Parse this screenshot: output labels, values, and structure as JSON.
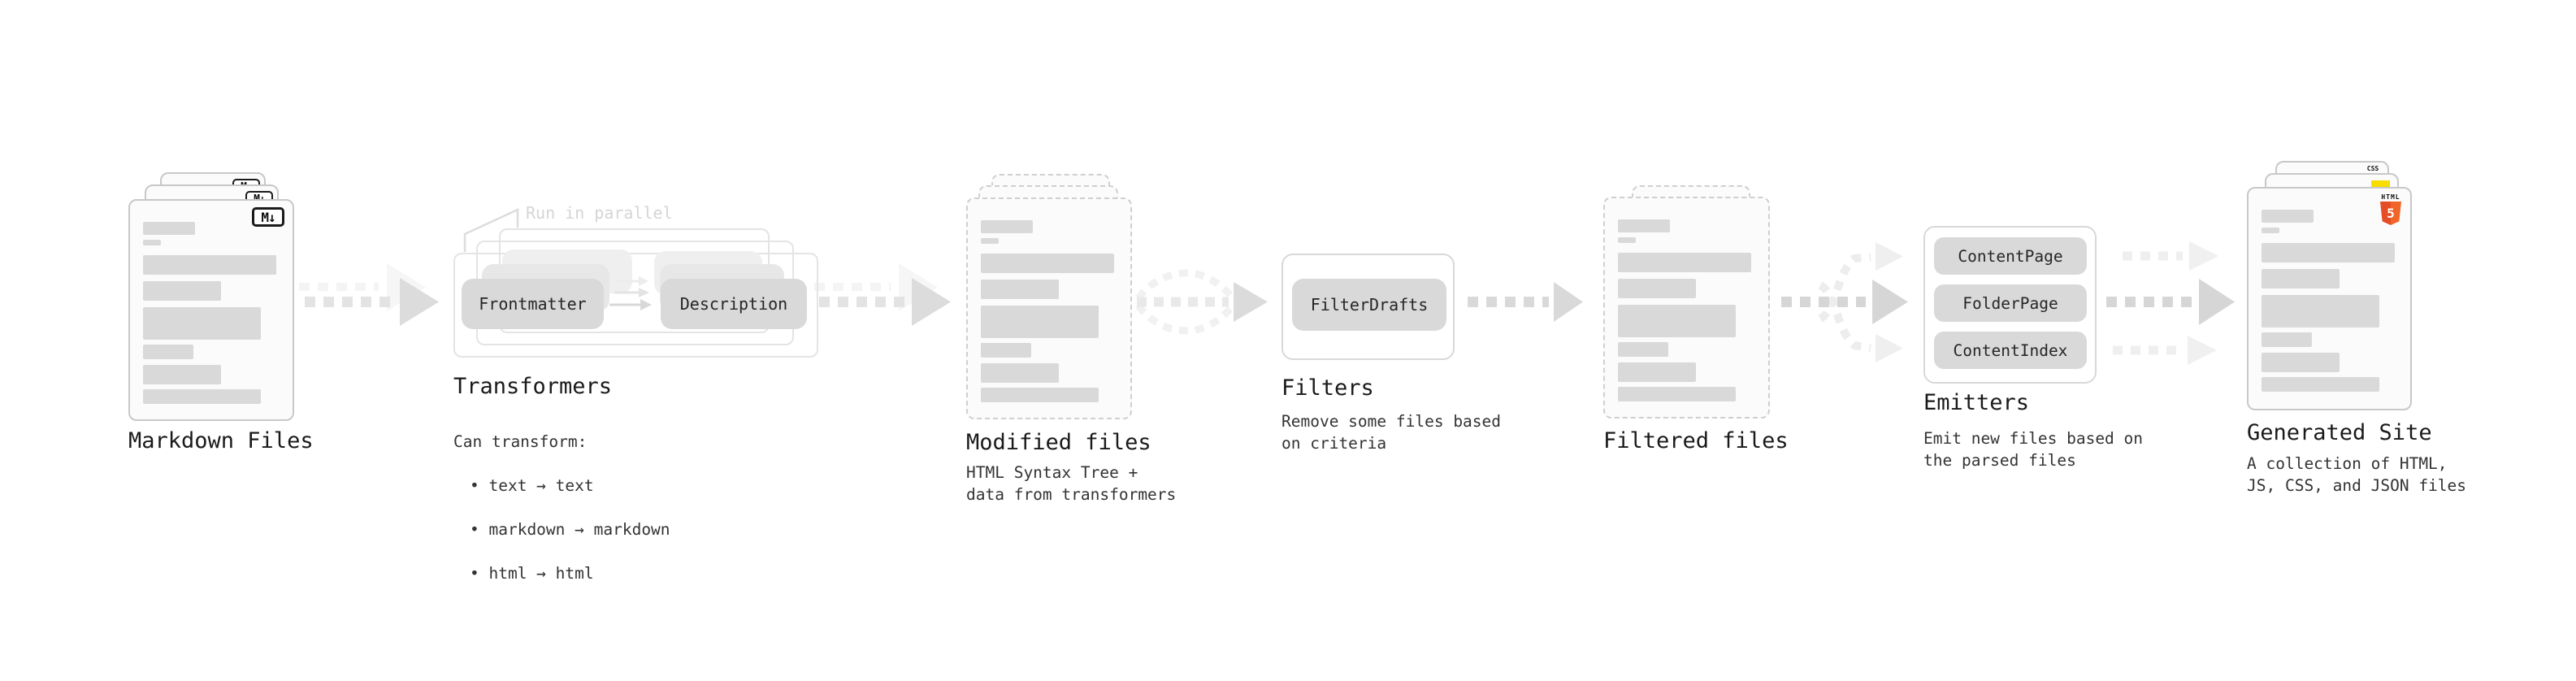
{
  "stages": {
    "markdown": {
      "label": "Markdown Files",
      "badge": "M↓"
    },
    "transformers": {
      "label": "Transformers",
      "annotation": "Run in parallel",
      "pill_left": "Frontmatter",
      "pill_right": "Description",
      "caption_intro": "Can transform:",
      "bullets": [
        "• text → text",
        "• markdown → markdown",
        "• html → html"
      ]
    },
    "modified": {
      "label": "Modified files",
      "caption": "HTML Syntax Tree +\ndata from transformers"
    },
    "filters": {
      "label": "Filters",
      "pill": "FilterDrafts",
      "caption": "Remove some files based\non criteria"
    },
    "filtered": {
      "label": "Filtered files"
    },
    "emitters": {
      "label": "Emitters",
      "pills": [
        "ContentPage",
        "FolderPage",
        "ContentIndex"
      ],
      "caption": "Emit new files based on\nthe parsed files"
    },
    "generated": {
      "label": "Generated Site",
      "caption": "A collection of HTML,\nJS, CSS, and JSON files",
      "badges": {
        "css": "CSS",
        "html_word": "HTML",
        "html_number": "5"
      }
    }
  },
  "colors": {
    "arrow_main": "#e3e3e3",
    "arrow_head": "#dcdcdc",
    "arrow_dark": "#d6d6d6",
    "arrow_light": "#efefef",
    "js_yellow": "#f7dd00",
    "html5_orange": "#e44d26",
    "css_blue": "#2760e6"
  }
}
